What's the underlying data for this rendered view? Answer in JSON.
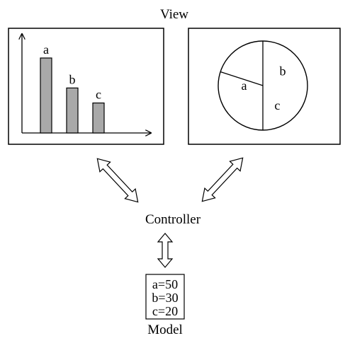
{
  "view_label": "View",
  "controller_label": "Controller",
  "model_label": "Model",
  "model_values": [
    "a=50",
    "b=30",
    "c=20"
  ],
  "colors": {
    "line": "#000000",
    "bar_fill": "#a9a9a9",
    "background": "#ffffff"
  },
  "chart_data": [
    {
      "type": "bar",
      "categories": [
        "a",
        "b",
        "c"
      ],
      "values": [
        50,
        30,
        20
      ]
    },
    {
      "type": "pie",
      "labels": [
        "a",
        "b",
        "c"
      ],
      "values": [
        50,
        30,
        20
      ]
    }
  ]
}
